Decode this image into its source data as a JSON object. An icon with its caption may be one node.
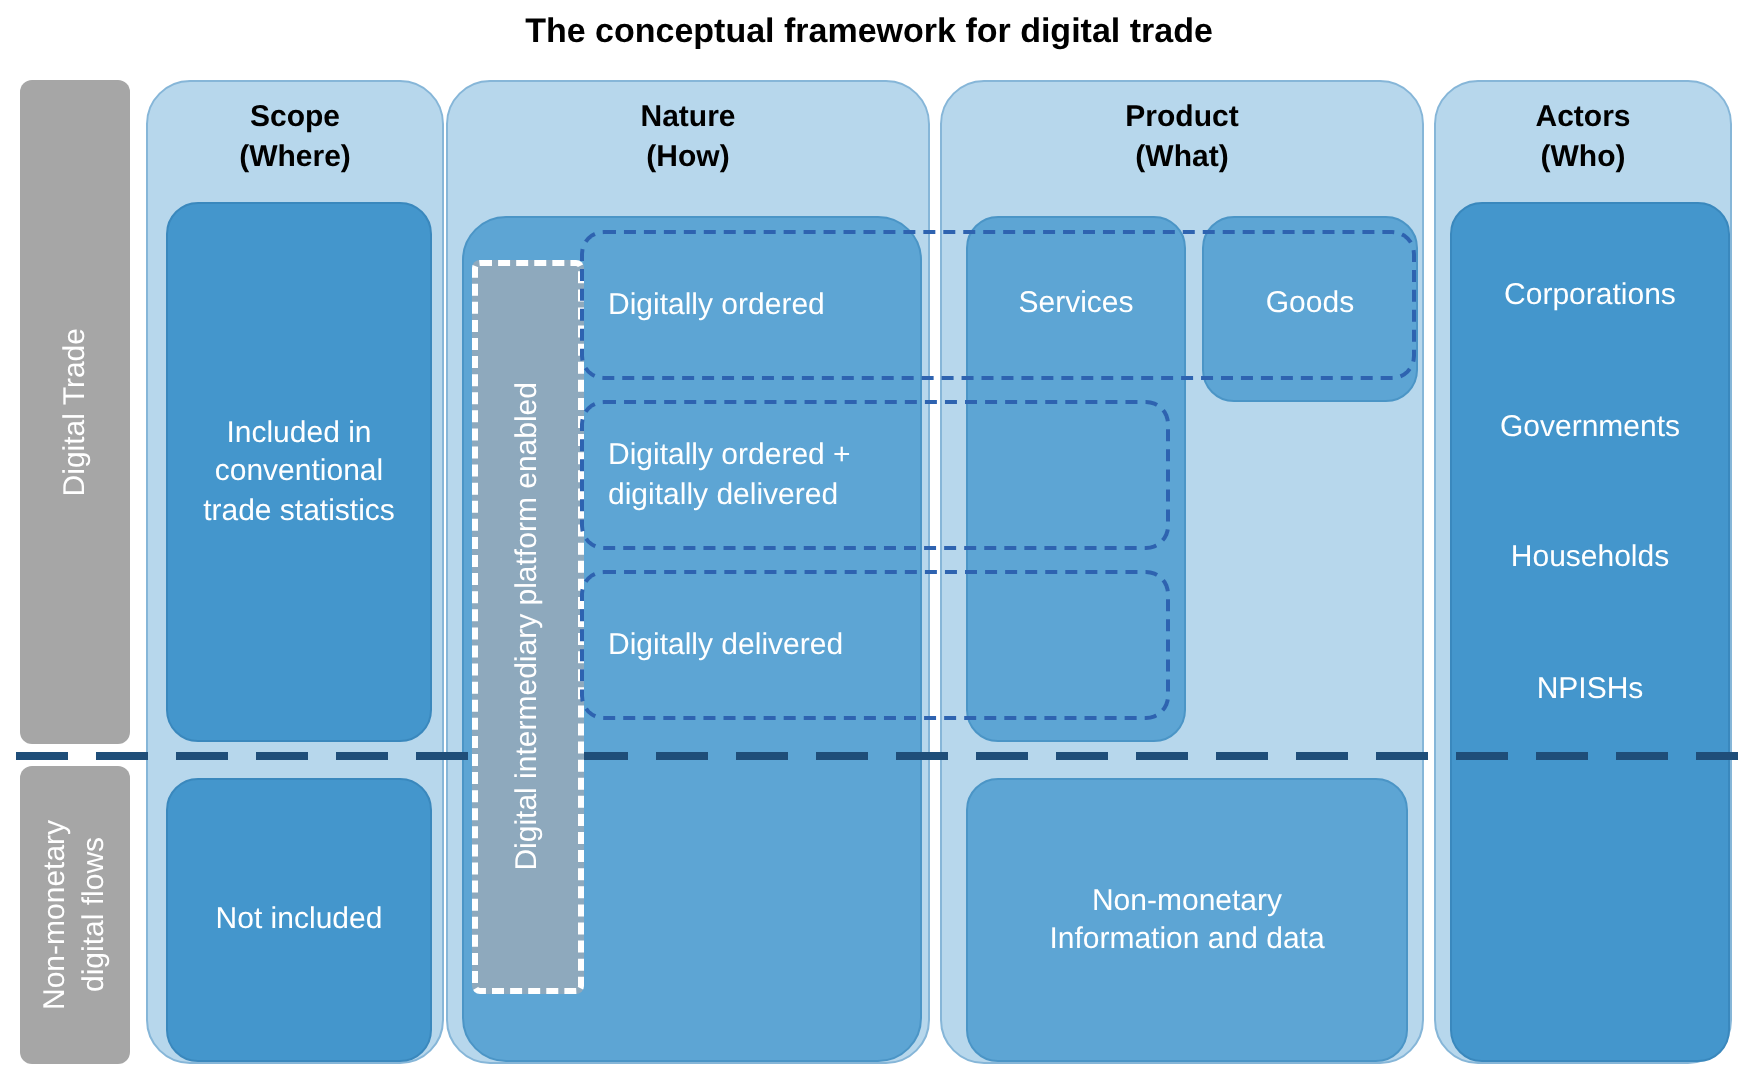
{
  "diagram": {
    "title": "The conceptual framework for digital trade",
    "nodes": [
      {
        "text": [
          "Digital Trade"
        ]
      },
      {
        "text": [
          "Non-monetary digital flows"
        ]
      },
      {
        "text": [
          "Scope (Where)"
        ]
      },
      {
        "text": [
          "Included in conventional trade statistics"
        ],
        "in": 2
      },
      {
        "text": [
          "Not included"
        ],
        "in": 2
      },
      {
        "text": [
          "Nature (How)"
        ]
      },
      {
        "text": [],
        "shape": "box",
        "in": 5
      },
      {
        "text": [
          "Digital intermediary platform enabled"
        ],
        "in": 6
      },
      {
        "text": [
          "Digitally ordered"
        ]
      },
      {
        "text": [
          "Digitally ordered + digitally delivered"
        ]
      },
      {
        "text": [
          "Digitally delivered"
        ]
      },
      {
        "text": [
          "Product (What)"
        ]
      },
      {
        "text": [
          "Services"
        ],
        "in": 11
      },
      {
        "text": [
          "Goods"
        ],
        "in": 11
      },
      {
        "text": [
          "Non-monetary Information and data"
        ],
        "in": 11
      },
      {
        "text": [
          "Actors (Who)"
        ]
      },
      {
        "text": [
          "Corporations",
          "Governments",
          "Households",
          "NPISHs"
        ],
        "in": 15
      }
    ]
  }
}
